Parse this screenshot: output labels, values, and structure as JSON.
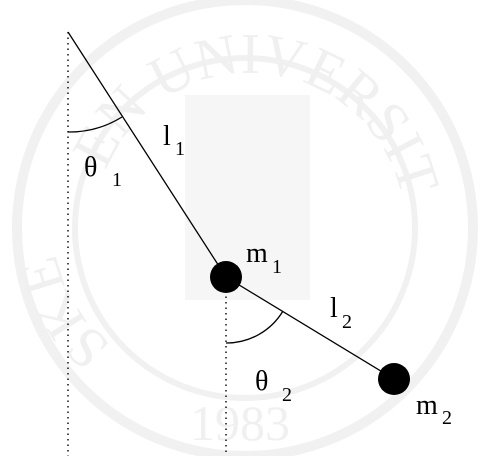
{
  "diagram": {
    "labels": {
      "theta1": "θ",
      "theta1_sub": "1",
      "l1": "l",
      "l1_sub": "1",
      "m1": "m",
      "m1_sub": "1",
      "l2": "l",
      "l2_sub": "2",
      "theta2": "θ",
      "theta2_sub": "2",
      "m2": "m",
      "m2_sub": "2"
    },
    "watermark": {
      "arc_text_top": "EN UNIVERSIT",
      "arc_text_left": "SKE",
      "year": "1983"
    },
    "colors": {
      "ink": "#000000",
      "watermark": "#f1f1f1",
      "background": "#ffffff"
    }
  }
}
